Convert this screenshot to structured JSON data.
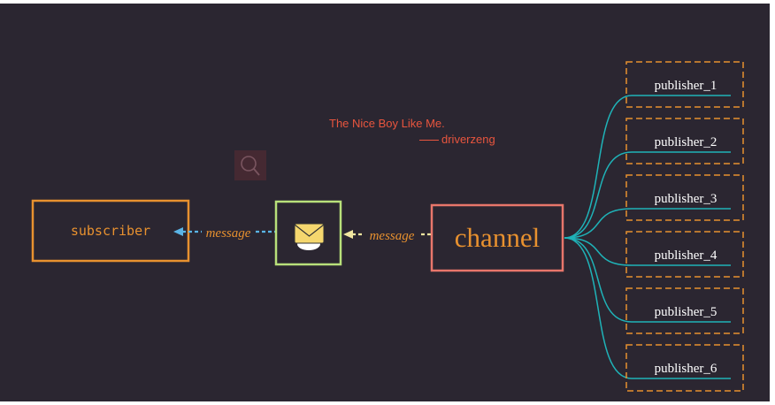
{
  "caption": {
    "line1": "The Nice Boy Like Me.",
    "line2": "driverzeng"
  },
  "subscriber": {
    "label": "subscriber"
  },
  "channel": {
    "label": "channel"
  },
  "envelope": {
    "icon": "envelope-icon"
  },
  "search": {
    "icon": "search-icon"
  },
  "arrows": {
    "left_label": "message",
    "right_label": "message"
  },
  "publishers": [
    {
      "label": "publisher_1"
    },
    {
      "label": "publisher_2"
    },
    {
      "label": "publisher_3"
    },
    {
      "label": "publisher_4"
    },
    {
      "label": "publisher_5"
    },
    {
      "label": "publisher_6"
    }
  ],
  "colors": {
    "background": "#2b2631",
    "subscriber_border": "#e8912f",
    "subscriber_text": "#e8912f",
    "envelope_border": "#b8e07a",
    "channel_border": "#e8766b",
    "channel_text": "#e8912f",
    "publisher_border": "#e8912f",
    "publisher_text": "#ffffff",
    "teal": "#1fb3b8",
    "arrow_left": "#5ab4e6",
    "arrow_right": "#f0e6a0",
    "message_text": "#e8912f",
    "caption": "#e8553e"
  }
}
